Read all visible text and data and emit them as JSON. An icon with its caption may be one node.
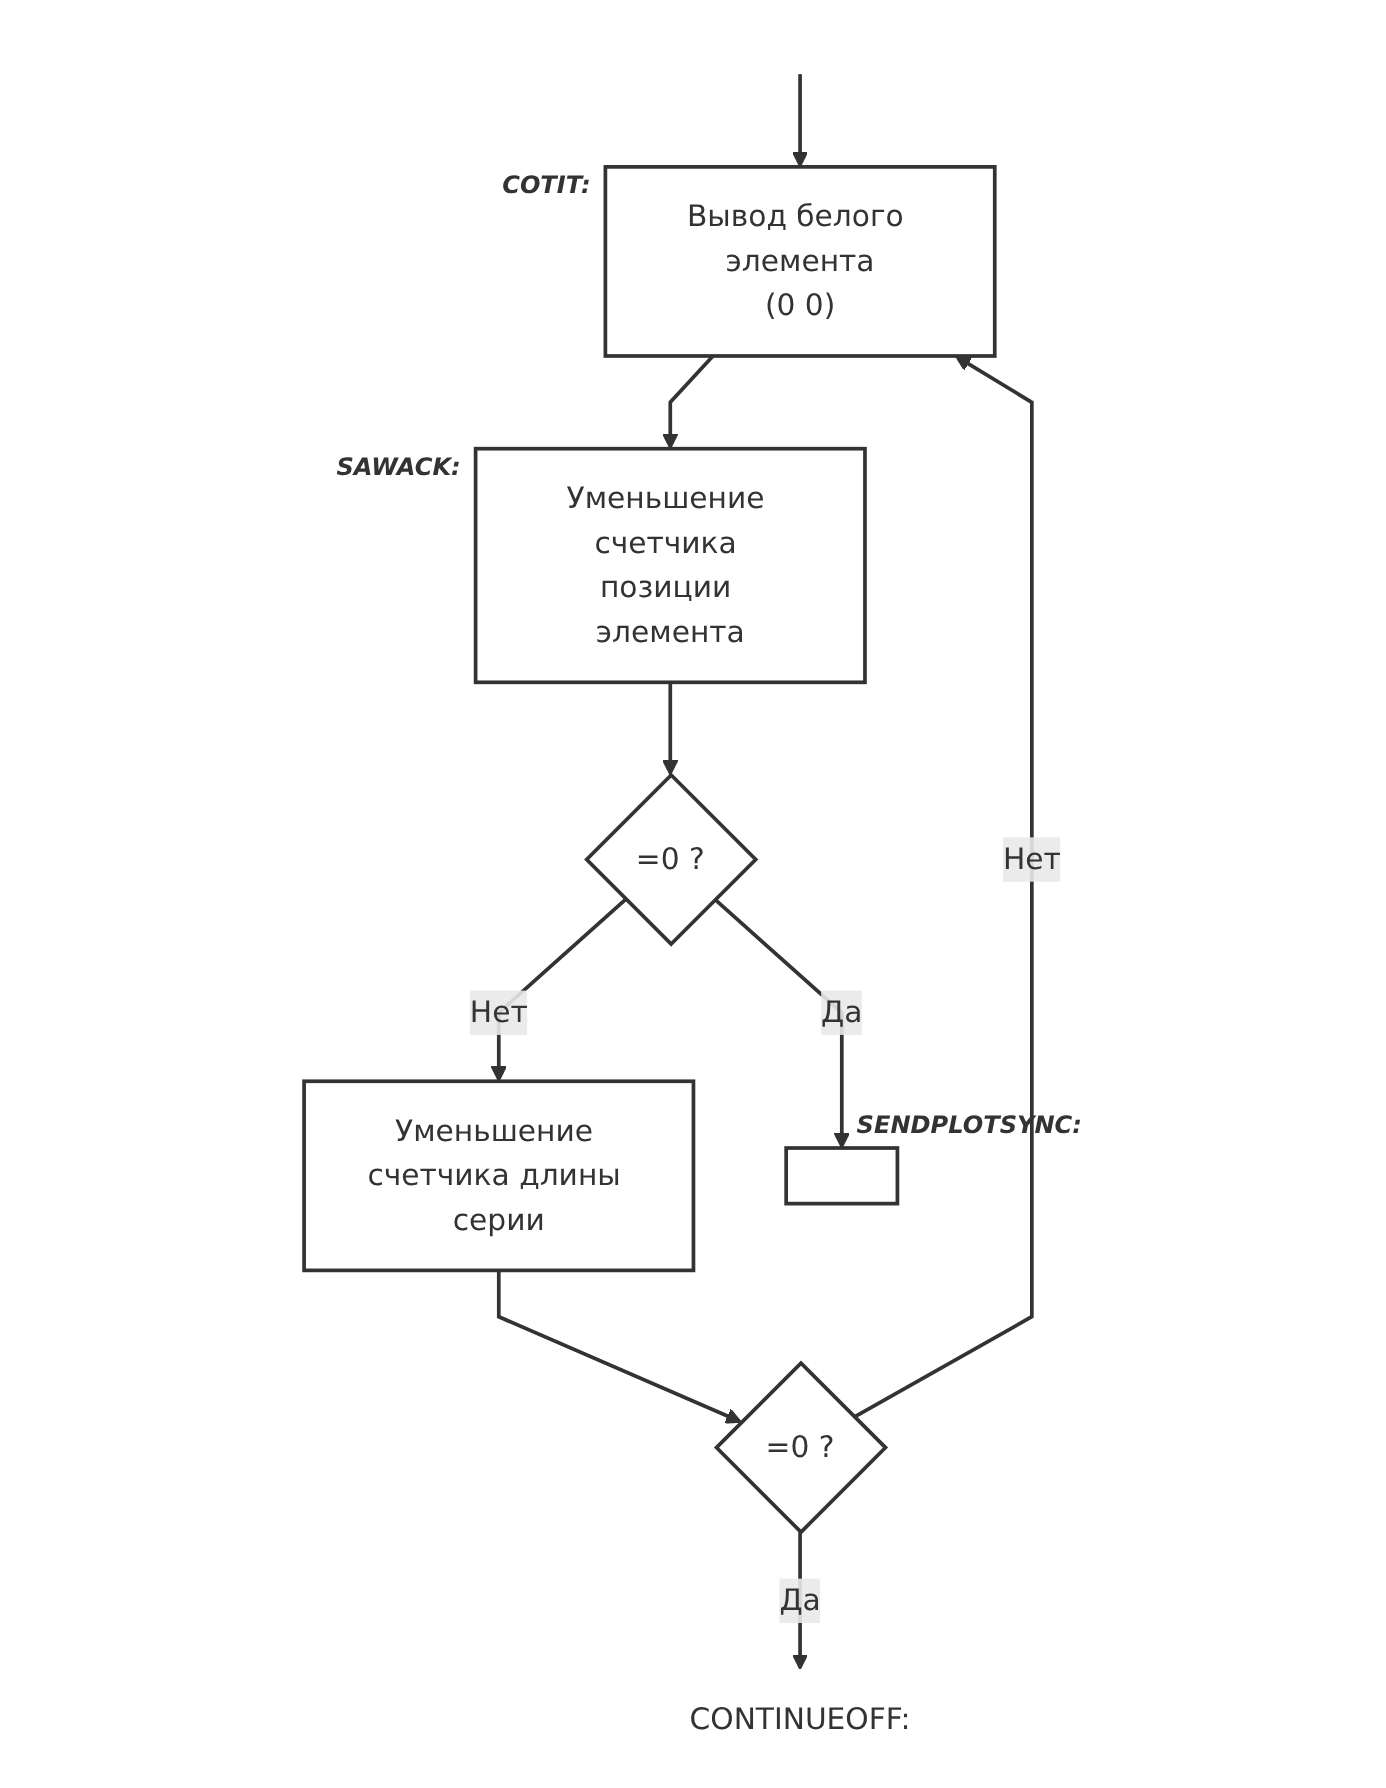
{
  "diagram": {
    "nodes": [
      {
        "text": [
          "Вывод белого элемента",
          "(0 0)"
        ],
        "beside": [
          "COTIT:"
        ]
      },
      {
        "text": [
          "Уменьшение счетчика позиции элемента"
        ],
        "beside": [
          "SAWACK:"
        ]
      },
      {
        "text": [
          "=0 ?"
        ]
      },
      {
        "text": [],
        "shape": "box",
        "beside": [
          "SENDPLOTSYNC:"
        ]
      },
      {
        "text": [
          "Уменьшение счетчика длины серии"
        ]
      },
      {
        "text": [
          "=0 ?"
        ]
      },
      {
        "text": [
          "CONTINUEOFF:"
        ]
      }
    ],
    "edges": [
      {
        "from": null,
        "to": 0,
        "arrow": "to"
      },
      {
        "from": 5,
        "to": 0,
        "label": "Нет",
        "arrow": "to"
      },
      {
        "from": 0,
        "to": 1,
        "arrow": "to"
      },
      {
        "from": 1,
        "to": 2,
        "arrow": "to"
      },
      {
        "from": 2,
        "to": 4,
        "label": "Нет",
        "arrow": "to"
      },
      {
        "from": 2,
        "to": 3,
        "label": "Да",
        "arrow": "to"
      },
      {
        "from": 4,
        "to": 5,
        "arrow": "to"
      },
      {
        "from": 5,
        "to": 6,
        "label": "Да",
        "arrow": "to"
      }
    ]
  }
}
